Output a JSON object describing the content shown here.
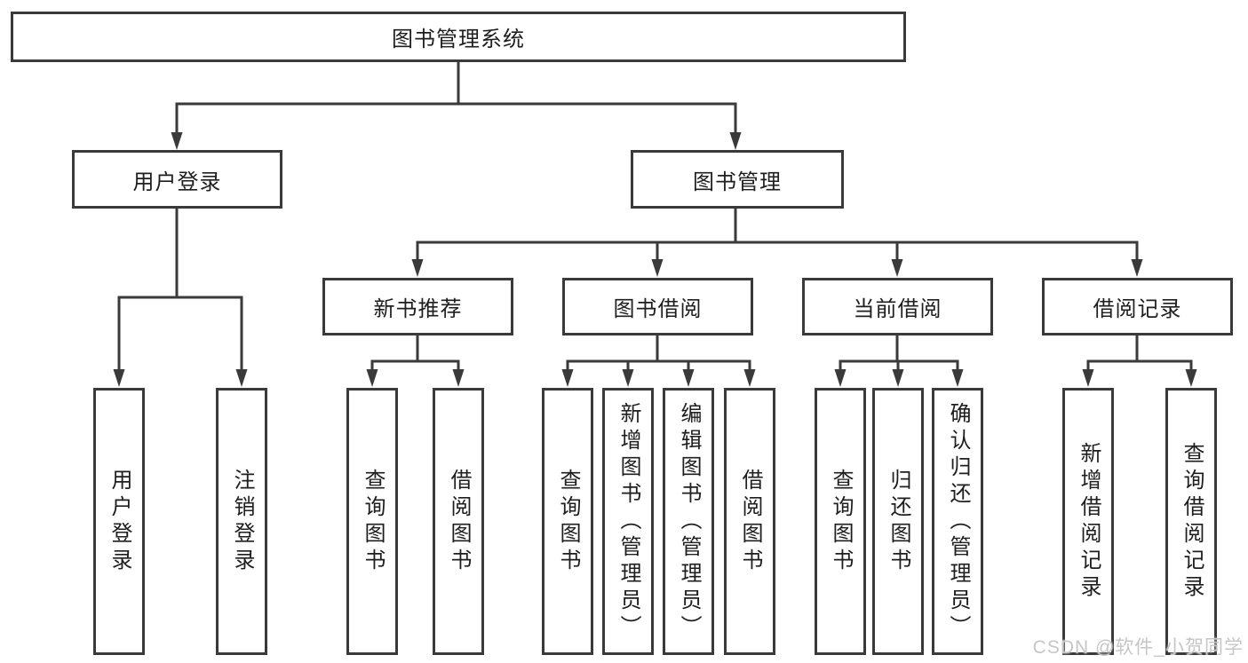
{
  "colors": {
    "line": "#3a3a3a",
    "text": "#1e1e1e",
    "background": "#ffffff",
    "watermark": "#c6c6c6"
  },
  "diagram": {
    "root": {
      "label": "图书管理系统"
    },
    "level2": [
      {
        "label": "用户登录"
      },
      {
        "label": "图书管理"
      }
    ],
    "level3": [
      {
        "label": "新书推荐"
      },
      {
        "label": "图书借阅"
      },
      {
        "label": "当前借阅"
      },
      {
        "label": "借阅记录"
      }
    ],
    "leaves": [
      {
        "label": "用户登录"
      },
      {
        "label": "注销登录"
      },
      {
        "label": "查询图书"
      },
      {
        "label": "借阅图书"
      },
      {
        "label": "查询图书"
      },
      {
        "label": "新增图书（管理员）"
      },
      {
        "label": "编辑图书（管理员）"
      },
      {
        "label": "借阅图书"
      },
      {
        "label": "查询图书"
      },
      {
        "label": "归还图书"
      },
      {
        "label": "确认归还（管理员）"
      },
      {
        "label": "新增借阅记录"
      },
      {
        "label": "查询借阅记录"
      }
    ]
  },
  "watermark": {
    "text": "CSDN @软件_小贺同学"
  }
}
